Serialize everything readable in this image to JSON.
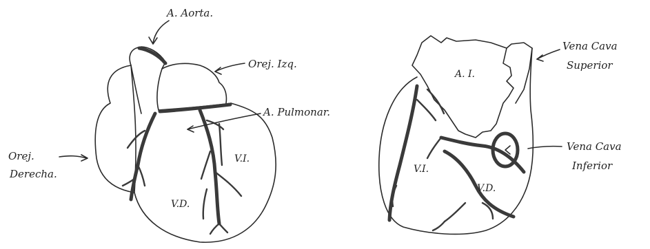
{
  "left_heart": {
    "labels": {
      "aorta": "A. Aorta.",
      "left_auricle": "Orej. Izq.",
      "pulmonary_artery": "A. Pulmonar.",
      "right_auricle_line1": "Orej.",
      "right_auricle_line2": "Derecha.",
      "left_ventricle": "V.I.",
      "right_ventricle": "V.D."
    }
  },
  "right_heart": {
    "labels": {
      "left_atrium": "A. I.",
      "superior_vena_cava_line1": "Vena Cava",
      "superior_vena_cava_line2": "Superior",
      "inferior_vena_cava_line1": "Vena Cava",
      "inferior_vena_cava_line2": "Inferior",
      "left_ventricle": "V.I.",
      "right_ventricle": "V.D."
    }
  }
}
